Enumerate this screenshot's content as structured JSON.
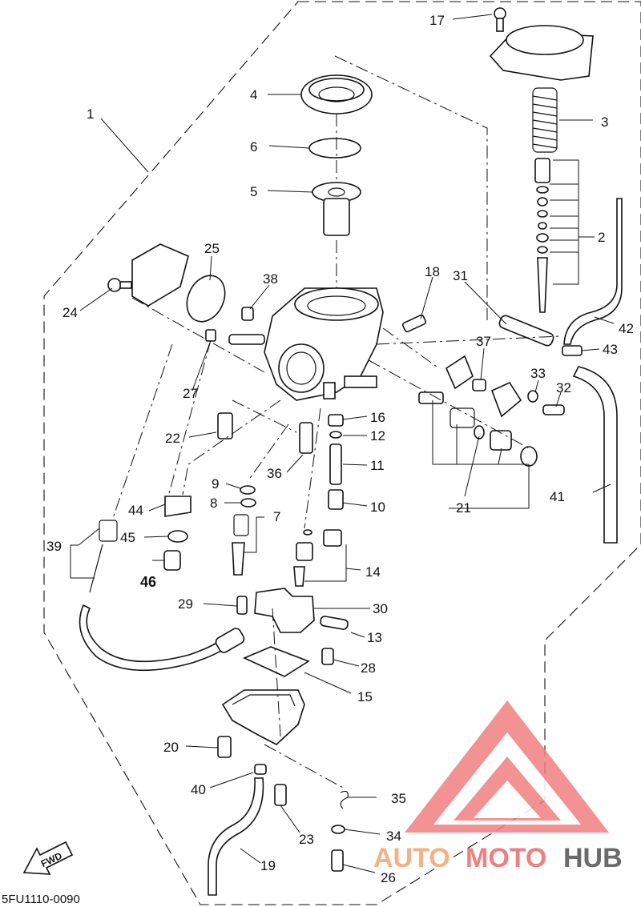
{
  "diagram_code": "5FU1110-0090",
  "direction_label": "FWD",
  "watermark": {
    "text_auto": "AUTO",
    "text_moto": "MOTO",
    "text_hub": "HUB",
    "color_red": "#f08080",
    "color_orange": "#f4b183",
    "color_gray": "#6b6b6b"
  },
  "callouts": {
    "c1": "1",
    "c2": "2",
    "c3": "3",
    "c4": "4",
    "c5": "5",
    "c6": "6",
    "c7": "7",
    "c8": "8",
    "c9": "9",
    "c10": "10",
    "c11": "11",
    "c12": "12",
    "c13": "13",
    "c14": "14",
    "c15": "15",
    "c16": "16",
    "c17": "17",
    "c18": "18",
    "c19": "19",
    "c20": "20",
    "c21": "21",
    "c22": "22",
    "c23": "23",
    "c24": "24",
    "c25": "25",
    "c26": "26",
    "c27": "27",
    "c28": "28",
    "c29": "29",
    "c30": "30",
    "c31": "31",
    "c32": "32",
    "c33": "33",
    "c34": "34",
    "c35": "35",
    "c36": "36",
    "c37": "37",
    "c38": "38",
    "c39": "39",
    "c40": "40",
    "c41": "41",
    "c42": "42",
    "c43": "43",
    "c44": "44",
    "c45": "45",
    "c46": "46"
  }
}
